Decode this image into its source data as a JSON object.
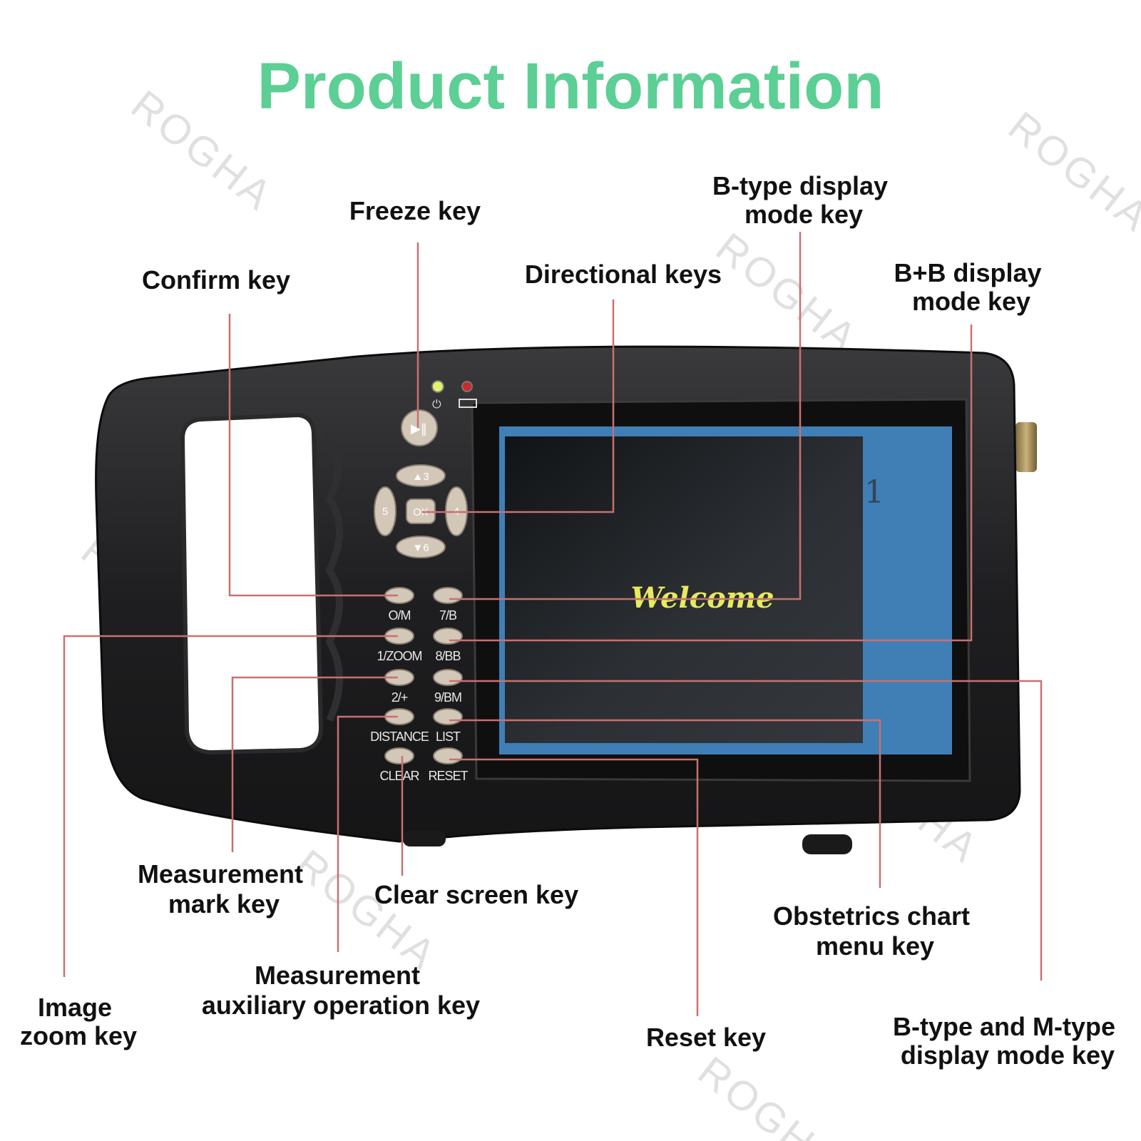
{
  "title": "Product Information",
  "watermark": "ROGHA",
  "labels": {
    "freeze_key": "Freeze key",
    "confirm_key": "Confirm key",
    "directional_keys": "Directional keys",
    "b_type_display_mode_key": [
      "B-type display",
      "mode key"
    ],
    "bb_display_mode_key": [
      "B+B display",
      "mode key"
    ],
    "measurement_mark_key": [
      "Measurement",
      "mark key"
    ],
    "clear_screen_key": "Clear screen key",
    "measurement_auxiliary_operation_key": [
      "Measurement",
      "auxiliary operation key"
    ],
    "image_zoom_key": [
      "Image",
      "zoom key"
    ],
    "obstetrics_chart_menu_key": [
      "Obstetrics chart",
      "menu key"
    ],
    "reset_key": "Reset key",
    "b_m_display_mode_key": [
      "B-type and M-type",
      "display mode key"
    ]
  },
  "device": {
    "screen_text": "Welcome",
    "screen_number": "1",
    "ok_key": "OK",
    "arrow_keys": {
      "up": "▲3",
      "down": "▼6",
      "left": "5",
      "right": "4"
    },
    "left_keys": [
      "O/M",
      "1/ZOOM",
      "2/+",
      "DISTANCE",
      "CLEAR"
    ],
    "right_keys": [
      "7/B",
      "8/BB",
      "9/BM",
      "LIST",
      "RESET"
    ],
    "indicators": {
      "power": "green",
      "battery": "red"
    }
  },
  "colors": {
    "title": "#5ccf94",
    "leader_lines": "#c97070",
    "device_body": "#1f1f21",
    "screen_blue": "#3f7fb6",
    "keys": "#d3c7b8",
    "welcome_text": "#e7ea5e"
  }
}
